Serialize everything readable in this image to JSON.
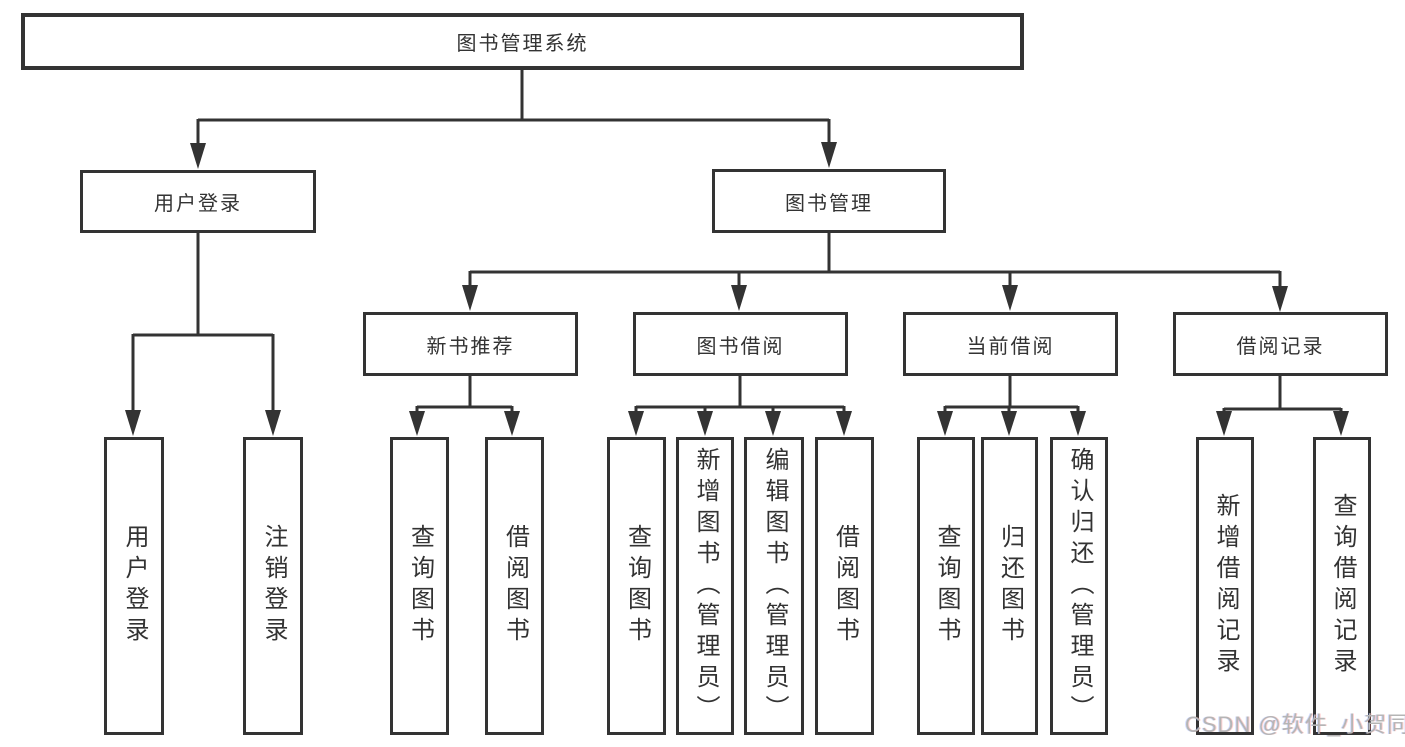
{
  "diagram": {
    "title": "图书管理系统",
    "colors": {
      "line": "#333333",
      "text": "#333333",
      "box_background": "#ffffff",
      "watermark": "#b5b5b5"
    },
    "root": {
      "label": "图书管理系统"
    },
    "level2": [
      {
        "label": "用户登录"
      },
      {
        "label": "图书管理"
      }
    ],
    "level3": [
      {
        "label": "新书推荐"
      },
      {
        "label": "图书借阅"
      },
      {
        "label": "当前借阅"
      },
      {
        "label": "借阅记录"
      }
    ],
    "leaves": {
      "user_login": [
        {
          "label": "用户登录"
        },
        {
          "label": "注销登录"
        }
      ],
      "new_book_recommend": [
        {
          "label": "查询图书"
        },
        {
          "label": "借阅图书"
        }
      ],
      "book_borrow": [
        {
          "label": "查询图书"
        },
        {
          "label": "新增图书（管理员）"
        },
        {
          "label": "编辑图书（管理员）"
        },
        {
          "label": "借阅图书"
        }
      ],
      "current_borrow": [
        {
          "label": "查询图书"
        },
        {
          "label": "归还图书"
        },
        {
          "label": "确认归还（管理员）"
        }
      ],
      "borrow_record": [
        {
          "label": "新增借阅记录"
        },
        {
          "label": "查询借阅记录"
        }
      ]
    }
  },
  "watermark": {
    "text": "CSDN @软件_小贺同学"
  }
}
